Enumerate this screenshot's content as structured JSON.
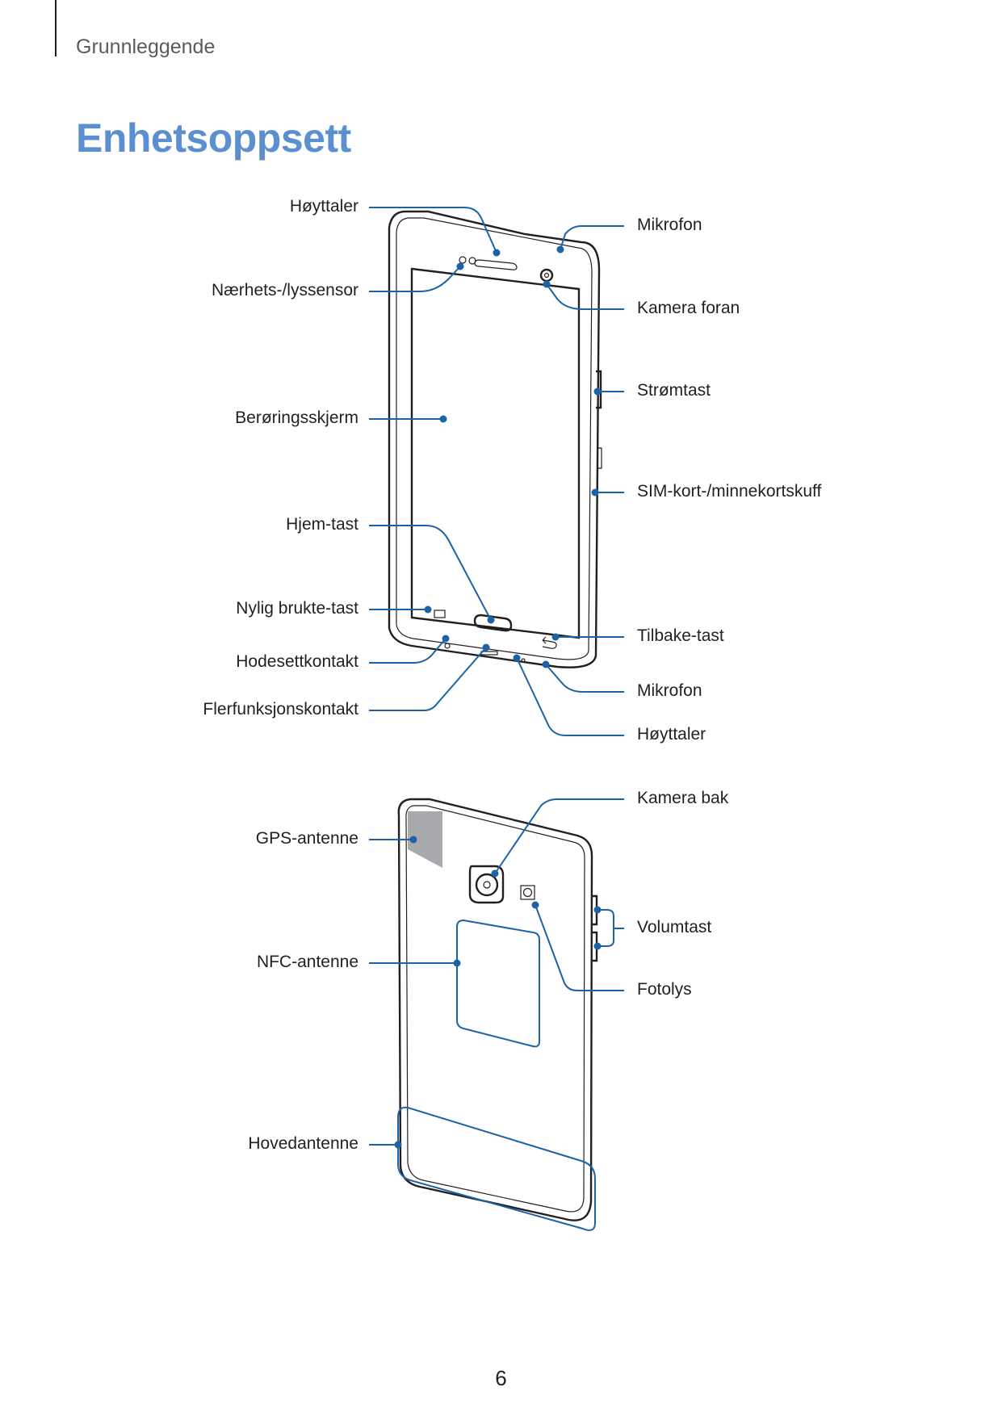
{
  "header": {
    "section": "Grunnleggende"
  },
  "title": "Enhetsoppsett",
  "front_labels": {
    "hoyttaler_top": "Høyttaler",
    "naerhet": "Nærhets-/lyssensor",
    "beroring": "Berøringsskjerm",
    "hjem": "Hjem-tast",
    "nylig": "Nylig brukte-tast",
    "hodesett": "Hodesettkontakt",
    "flerfunksjon": "Flerfunksjonskontakt",
    "mikrofon_top": "Mikrofon",
    "kamera_foran": "Kamera foran",
    "stromtast": "Strømtast",
    "sim": "SIM-kort-/minnekortskuff",
    "tilbake": "Tilbake-tast",
    "mikrofon_bottom": "Mikrofon",
    "hoyttaler_bottom": "Høyttaler"
  },
  "back_labels": {
    "gps": "GPS-antenne",
    "nfc": "NFC-antenne",
    "hovedantenne": "Hovedantenne",
    "kamera_bak": "Kamera bak",
    "volumtast": "Volumtast",
    "fotolys": "Fotolys"
  },
  "footer": {
    "page_number": "6"
  }
}
